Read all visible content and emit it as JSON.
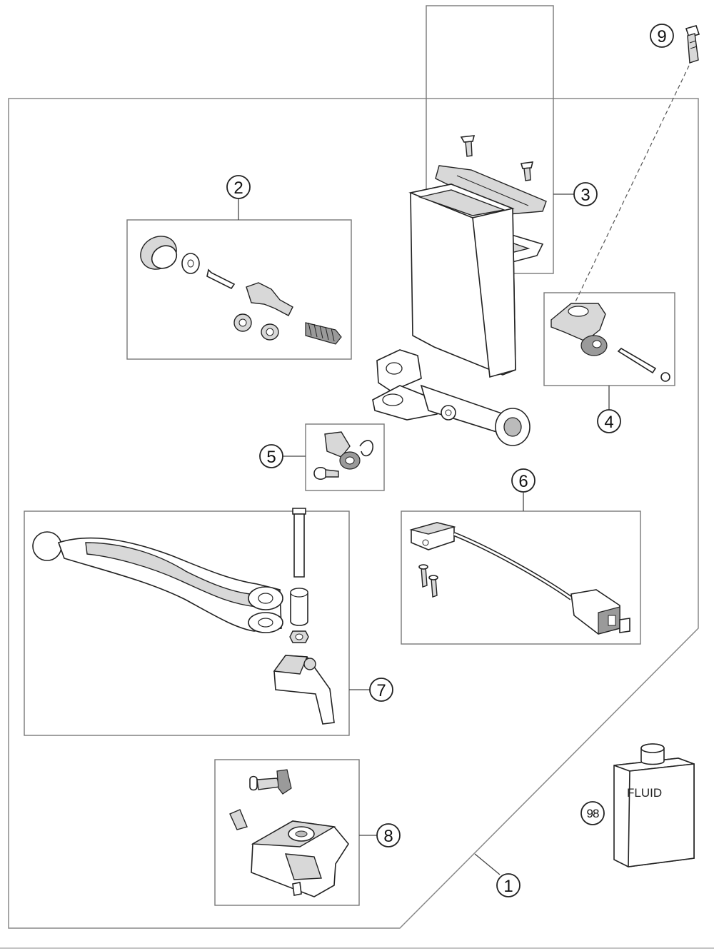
{
  "callouts": {
    "c1": "1",
    "c2": "2",
    "c3": "3",
    "c4": "4",
    "c5": "5",
    "c6": "6",
    "c7": "7",
    "c8": "8",
    "c9": "9",
    "c98": "98"
  },
  "fluid_label": "FLUID"
}
